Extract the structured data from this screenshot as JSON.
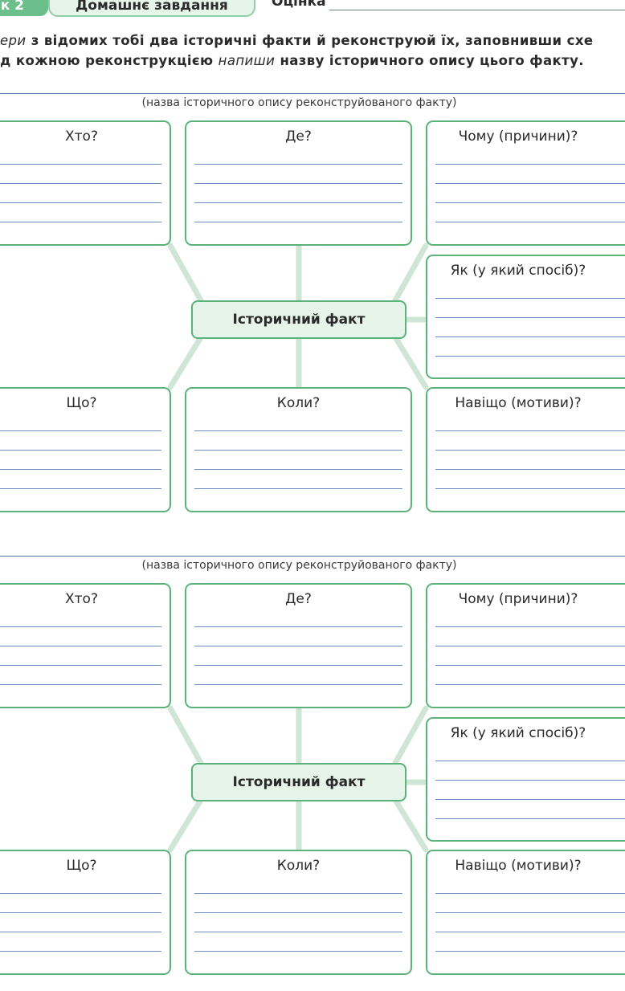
{
  "header": {
    "tab_number": "к 2",
    "homework_tab": "Домашнє завдання",
    "grade_label": "Оцінка"
  },
  "instruction": {
    "line1_verb": "ери",
    "line1_rest": " з відомих тобі два історичні факти й реконструюй їх, заповнивши схе",
    "line2_start": "д кожною реконструкцією ",
    "line2_verb": "напиши",
    "line2_rest": " назву історичного опису цього факту."
  },
  "sections": [
    {
      "caption": "(назва історичного опису реконструйованого факту)",
      "center": "Історичний факт",
      "boxes": {
        "who": "Хто?",
        "where": "Де?",
        "why": "Чому (причини)?",
        "how": "Як (у який спосіб)?",
        "what": "Що?",
        "when": "Коли?",
        "purpose": "Навіщо (мотиви)?"
      }
    },
    {
      "caption": "(назва історичного опису реконструйованого факту)",
      "center": "Історичний факт",
      "boxes": {
        "who": "Хто?",
        "where": "Де?",
        "why": "Чому (причини)?",
        "how": "Як (у який спосіб)?",
        "what": "Що?",
        "when": "Коли?",
        "purpose": "Навіщо (мотиви)?"
      }
    }
  ],
  "colors": {
    "green_border": "#5cb37a",
    "green_fill": "#e6f4ea",
    "connector": "#cfe6d7",
    "writing_line": "#6d8fc0"
  }
}
